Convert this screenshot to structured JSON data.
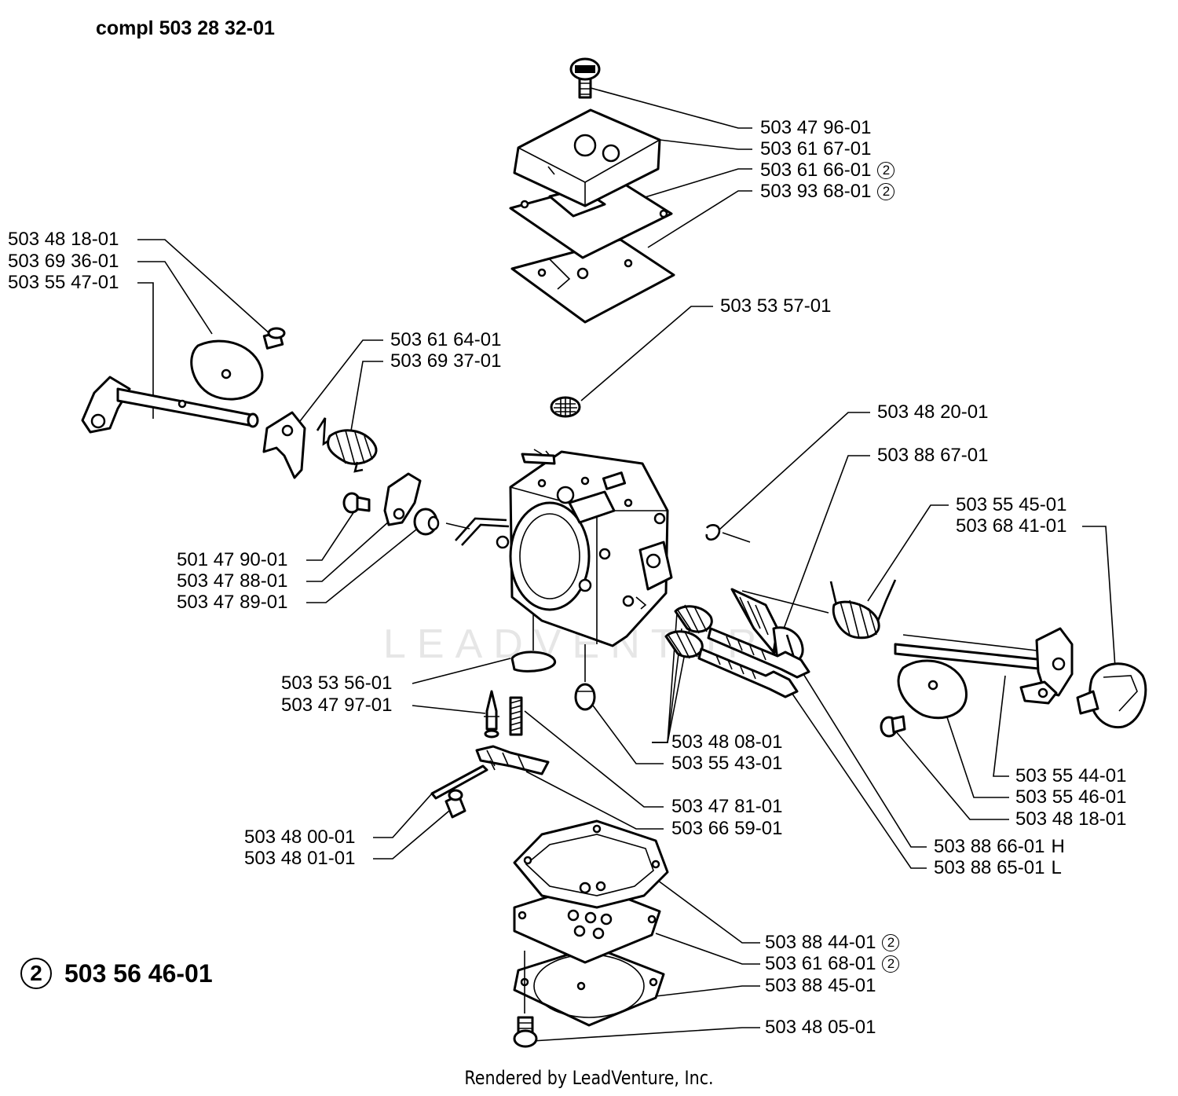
{
  "title": "compl 503 28 32-01",
  "kit_note": {
    "circle": "2",
    "number": "503 56 46-01"
  },
  "watermark": "LEADVENTURE",
  "credit": "Rendered by LeadVenture, Inc.",
  "parts": [
    {
      "id": "p01",
      "number": "503 47 96-01",
      "mark": ""
    },
    {
      "id": "p02",
      "number": "503 61 67-01",
      "mark": ""
    },
    {
      "id": "p03",
      "number": "503 61 66-01",
      "mark": "2"
    },
    {
      "id": "p04",
      "number": "503 93 68-01",
      "mark": "2"
    },
    {
      "id": "p05",
      "number": "503 48 18-01",
      "mark": ""
    },
    {
      "id": "p06",
      "number": "503 69 36-01",
      "mark": ""
    },
    {
      "id": "p07",
      "number": "503 55 47-01",
      "mark": ""
    },
    {
      "id": "p08",
      "number": "503 53 57-01",
      "mark": ""
    },
    {
      "id": "p09",
      "number": "503 61 64-01",
      "mark": ""
    },
    {
      "id": "p10",
      "number": "503 69 37-01",
      "mark": ""
    },
    {
      "id": "p11",
      "number": "503 48 20-01",
      "mark": ""
    },
    {
      "id": "p12",
      "number": "503 88 67-01",
      "mark": ""
    },
    {
      "id": "p13",
      "number": "503 55 45-01",
      "mark": ""
    },
    {
      "id": "p14",
      "number": "503 68 41-01",
      "mark": ""
    },
    {
      "id": "p15",
      "number": "501 47 90-01",
      "mark": ""
    },
    {
      "id": "p16",
      "number": "503 47 88-01",
      "mark": ""
    },
    {
      "id": "p17",
      "number": "503 47 89-01",
      "mark": ""
    },
    {
      "id": "p18",
      "number": "503 53 56-01",
      "mark": ""
    },
    {
      "id": "p19",
      "number": "503 47 97-01",
      "mark": ""
    },
    {
      "id": "p20",
      "number": "503 48 08-01",
      "mark": ""
    },
    {
      "id": "p21",
      "number": "503 55 43-01",
      "mark": ""
    },
    {
      "id": "p22",
      "number": "503 55 44-01",
      "mark": ""
    },
    {
      "id": "p23",
      "number": "503 55 46-01",
      "mark": ""
    },
    {
      "id": "p24",
      "number": "503 48 18-01",
      "mark": ""
    },
    {
      "id": "p25",
      "number": "503 47 81-01",
      "mark": ""
    },
    {
      "id": "p26",
      "number": "503 66 59-01",
      "mark": ""
    },
    {
      "id": "p27",
      "number": "503 88 66-01",
      "mark": "H"
    },
    {
      "id": "p28",
      "number": "503 88 65-01",
      "mark": "L"
    },
    {
      "id": "p29",
      "number": "503 48 00-01",
      "mark": ""
    },
    {
      "id": "p30",
      "number": "503 48 01-01",
      "mark": ""
    },
    {
      "id": "p31",
      "number": "503 88 44-01",
      "mark": "2"
    },
    {
      "id": "p32",
      "number": "503 61 68-01",
      "mark": "2"
    },
    {
      "id": "p33",
      "number": "503 88 45-01",
      "mark": ""
    },
    {
      "id": "p34",
      "number": "503 48 05-01",
      "mark": ""
    }
  ]
}
